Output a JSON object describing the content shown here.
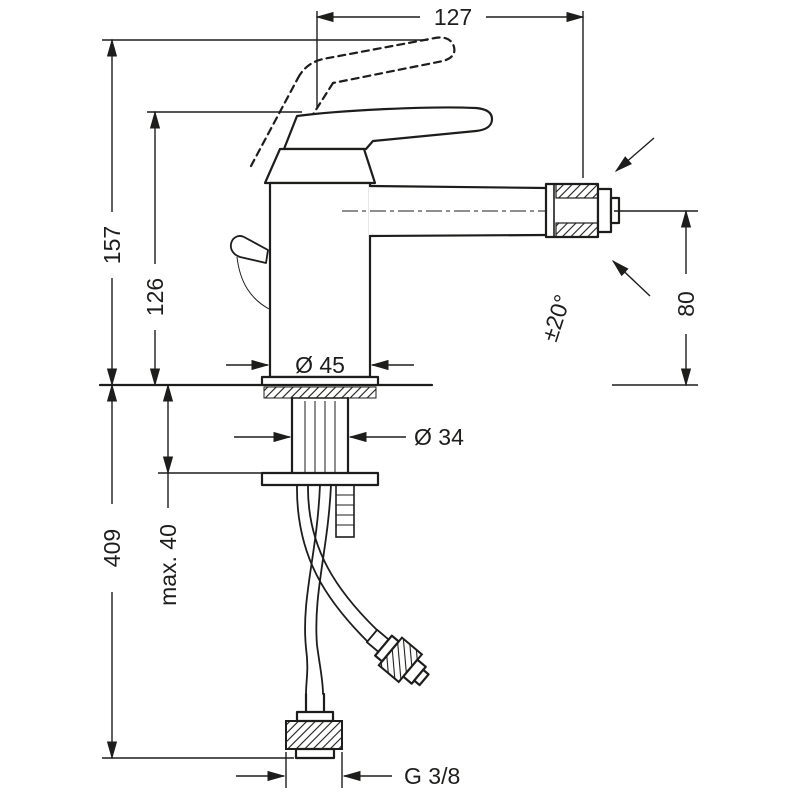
{
  "diagram": {
    "type": "technical-dimension-drawing",
    "colors": {
      "line": "#1d1d1b",
      "background": "#ffffff"
    },
    "labels": {
      "top_width": "127",
      "total_height": "157",
      "body_height": "126",
      "below_deck_length": "409",
      "max_mounting_thickness": "max. 40",
      "base_diameter": "Ø 45",
      "shank_diameter": "Ø 34",
      "spout_swivel_angle": "±20°",
      "spout_height": "80",
      "connection_thread": "G 3/8"
    }
  }
}
